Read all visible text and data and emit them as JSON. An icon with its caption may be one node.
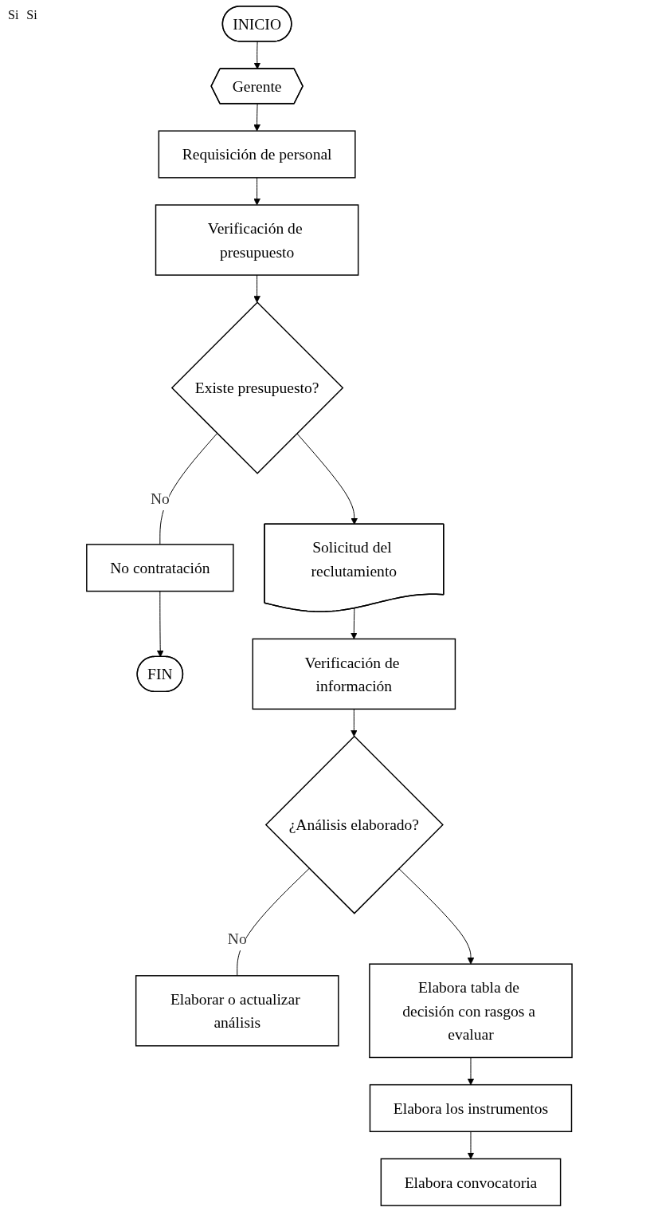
{
  "diagram": {
    "nodes": [
      {
        "text": [
          "INICIO"
        ]
      },
      {
        "text": [
          "Gerente"
        ]
      },
      {
        "text": [
          "Requisición de personal"
        ]
      },
      {
        "text": [
          "Verificación de presupuesto"
        ]
      },
      {
        "text": [
          "Existe presupuesto?"
        ]
      },
      {
        "text": [
          "No contratación"
        ]
      },
      {
        "text": [
          "FIN"
        ]
      },
      {
        "text": [
          "Solicitud del reclutamiento"
        ]
      },
      {
        "text": [
          "Verificación de información"
        ]
      },
      {
        "text": [
          "¿Análisis elaborado?"
        ]
      },
      {
        "text": [
          "Elaborar o actualizar análisis"
        ]
      },
      {
        "text": [
          "Elabora tabla de decisión con rasgos a evaluar"
        ]
      },
      {
        "text": [
          "Elabora los instrumentos"
        ]
      },
      {
        "text": [
          "Elabora convocatoria"
        ]
      }
    ],
    "edges": [
      {
        "from": 0,
        "to": 1,
        "arrow": "to"
      },
      {
        "from": 1,
        "to": 2,
        "arrow": "to"
      },
      {
        "from": 2,
        "to": 3,
        "arrow": "to"
      },
      {
        "from": 3,
        "to": 4,
        "arrow": "to"
      },
      {
        "from": 4,
        "to": 5,
        "arrow": "none",
        "label": "No"
      },
      {
        "from": 5,
        "to": 6,
        "arrow": "to"
      },
      {
        "from": 4,
        "to": 7,
        "arrow": "to"
      },
      {
        "from": 7,
        "to": 8,
        "arrow": "to"
      },
      {
        "from": 8,
        "to": 9,
        "arrow": "to"
      },
      {
        "from": 9,
        "to": 10,
        "arrow": "none",
        "label": "No"
      },
      {
        "from": 9,
        "to": 11,
        "arrow": "to"
      },
      {
        "from": 11,
        "to": 12,
        "arrow": "to"
      },
      {
        "from": 12,
        "to": 13,
        "arrow": "to"
      }
    ],
    "labels": [
      "Si",
      "Si"
    ]
  }
}
